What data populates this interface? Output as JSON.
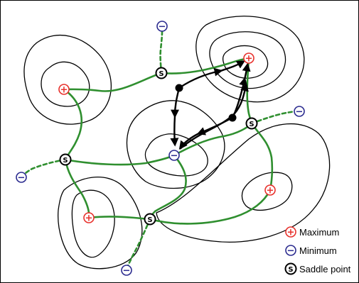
{
  "legend": {
    "maximum_label": "Maximum",
    "minimum_label": "Minimum",
    "saddle_label": "Saddle point"
  },
  "symbols": {
    "maximum_glyph": "+",
    "minimum_glyph": "−",
    "saddle_glyph": "S"
  },
  "colors": {
    "maximum": "#e8312c",
    "minimum": "#2b2b8f",
    "saddle": "#000000",
    "cell_lines": "#2f8f2f",
    "contours": "#000000"
  }
}
